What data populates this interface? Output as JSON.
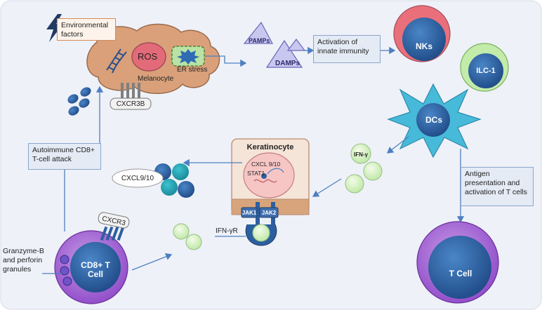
{
  "labels": {
    "environmental_factors": "Environmental factors",
    "ros": "ROS",
    "er_stress": "ER stress",
    "melanocyte": "Melanocyte",
    "cxcr3b": "CXCR3B",
    "pamps": "PAMPs",
    "damps": "DAMPs",
    "activation_innate": "Activation of innate immunity",
    "nks": "NKs",
    "ilc1": "ILC-1",
    "dcs": "DCs",
    "ifn_gamma_small": "IFN-γ",
    "antigen_presentation": "Antigen presentation and activation of T cells",
    "t_cell": "T Cell",
    "keratinocyte": "Keratinocyte",
    "cxcl_9_10_inner": "CXCL 9/10",
    "stat1": "STAT1",
    "jak1": "JAK1",
    "jak2": "JAK2",
    "ifn_gamma_r": "IFN-γR",
    "cxcl9_10": "CXCL9/10",
    "autoimmune_attack": "Autoimmune CD8+ T-cell attack",
    "cxcr3": "CXCR3",
    "granzyme": "Granzyme-B and perforin granules",
    "cd8_t_cell": "CD8+ T Cell"
  },
  "colors": {
    "background": "#eef1f8",
    "cell_dark_blue": "#2c5fa0",
    "cell_purple": "#9b5ad1",
    "nk_pink": "#e9707b",
    "ilc_green": "#bfe8a8",
    "dc_cyan": "#47b9d9",
    "melanocyte_tan": "#d9a07a",
    "keratinocyte": "#f5e4d8",
    "arrow": "#4d7fc1"
  }
}
